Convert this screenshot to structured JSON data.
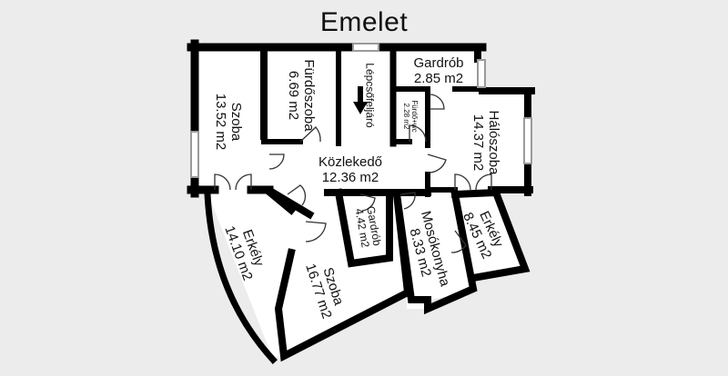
{
  "title": "Emelet",
  "rooms": {
    "szoba1": {
      "name": "Szoba",
      "area": "13.52 m2"
    },
    "furdoszoba": {
      "name": "Fürdőszoba",
      "area": "6.69 m2"
    },
    "lepcsofeljaro": {
      "name": "Lépcsőfeljáró"
    },
    "gardrob1": {
      "name": "Gardrób",
      "area": "2.85 m2"
    },
    "furdowc": {
      "name": "Fürdő+wc",
      "area": "2.28 m2"
    },
    "haloszoba": {
      "name": "Hálószoba",
      "area": "14.37 m2"
    },
    "kozlekedo": {
      "name": "Közlekedő",
      "area": "12.36 m2"
    },
    "erkely1": {
      "name": "Erkély",
      "area": "14.10 m2"
    },
    "szoba2": {
      "name": "Szoba",
      "area": "16.77 m2"
    },
    "gardrob2": {
      "name": "Gardrób",
      "area": "4.42 m2"
    },
    "mosokonyha": {
      "name": "Mosókonyha",
      "area": "8.33 m2"
    },
    "erkely2": {
      "name": "Erkély",
      "area": "8.45 m2"
    }
  },
  "colors": {
    "background": "#ececec",
    "wall": "#000000",
    "floor": "#ffffff",
    "window": "#cfcfcf",
    "door": "#444444"
  }
}
